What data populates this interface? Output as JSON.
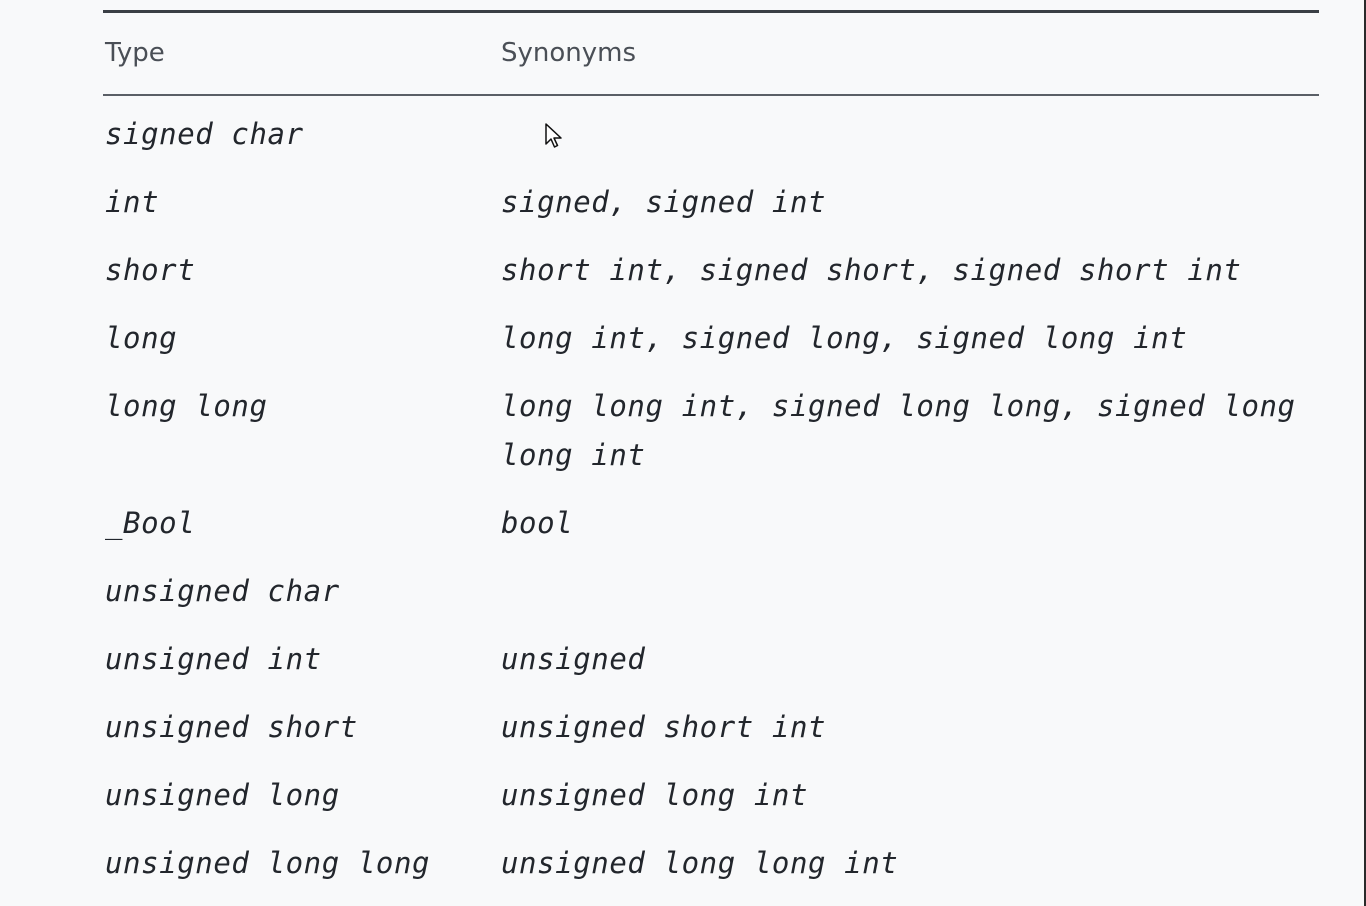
{
  "table": {
    "headers": {
      "type": "Type",
      "synonyms": "Synonyms"
    },
    "rows": [
      {
        "type": "signed char",
        "synonyms": ""
      },
      {
        "type": "int",
        "synonyms": "signed, signed int"
      },
      {
        "type": "short",
        "synonyms": "short int, signed short, signed short int"
      },
      {
        "type": "long",
        "synonyms": "long int, signed long, signed long int"
      },
      {
        "type": "long long",
        "synonyms": "long long int, signed long long, signed long long int"
      },
      {
        "type": "_Bool",
        "synonyms": "bool"
      },
      {
        "type": "unsigned char",
        "synonyms": ""
      },
      {
        "type": "unsigned int",
        "synonyms": "unsigned"
      },
      {
        "type": "unsigned short",
        "synonyms": "unsigned short int"
      },
      {
        "type": "unsigned long",
        "synonyms": "unsigned long int"
      },
      {
        "type": "unsigned long long",
        "synonyms": "unsigned long long int"
      }
    ]
  },
  "icons": {
    "cursor": "mouse-pointer-icon"
  }
}
